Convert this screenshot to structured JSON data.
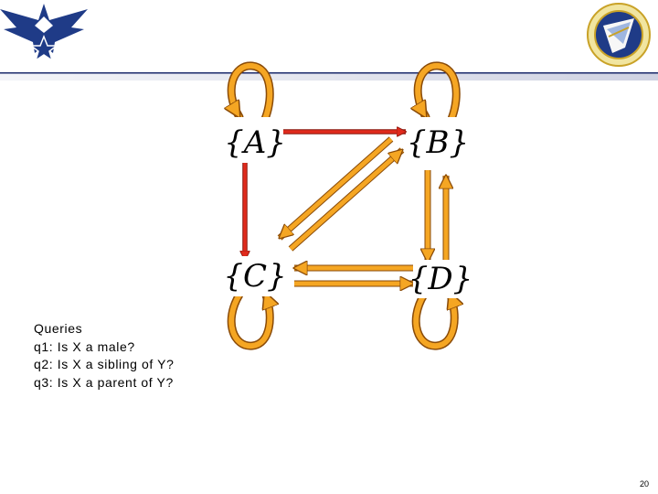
{
  "slide": {
    "page_number": "20"
  },
  "diagram": {
    "nodes": {
      "a": "{A}",
      "b": "{B}",
      "c": "{C}",
      "d": "{D}"
    },
    "colors": {
      "red_edge": "#e02a1c",
      "orange_edge": "#f5a623",
      "edge_outline": "#8a4b08",
      "header_band": "#d9dbe8",
      "header_stripe": "#1b2a6b"
    },
    "edges": [
      {
        "from": "{A}",
        "to": "{A}",
        "color": "orange",
        "kind": "self-loop"
      },
      {
        "from": "{B}",
        "to": "{B}",
        "color": "orange",
        "kind": "self-loop"
      },
      {
        "from": "{C}",
        "to": "{C}",
        "color": "orange",
        "kind": "self-loop"
      },
      {
        "from": "{D}",
        "to": "{D}",
        "color": "orange",
        "kind": "self-loop"
      },
      {
        "from": "{A}",
        "to": "{B}",
        "color": "red"
      },
      {
        "from": "{A}",
        "to": "{C}",
        "color": "red"
      },
      {
        "from": "{B}",
        "to": "{C}",
        "color": "orange"
      },
      {
        "from": "{C}",
        "to": "{B}",
        "color": "orange"
      },
      {
        "from": "{B}",
        "to": "{D}",
        "color": "orange"
      },
      {
        "from": "{D}",
        "to": "{B}",
        "color": "orange"
      },
      {
        "from": "{C}",
        "to": "{D}",
        "color": "orange"
      },
      {
        "from": "{D}",
        "to": "{C}",
        "color": "orange"
      }
    ]
  },
  "queries": {
    "heading": "Queries",
    "items": [
      "q1: Is X a male?",
      "q2: Is X a sibling of Y?",
      "q3: Is X a parent of Y?"
    ]
  },
  "logos": {
    "left": "air-force-wings-logo",
    "right": "afrl-shield-emblem"
  }
}
